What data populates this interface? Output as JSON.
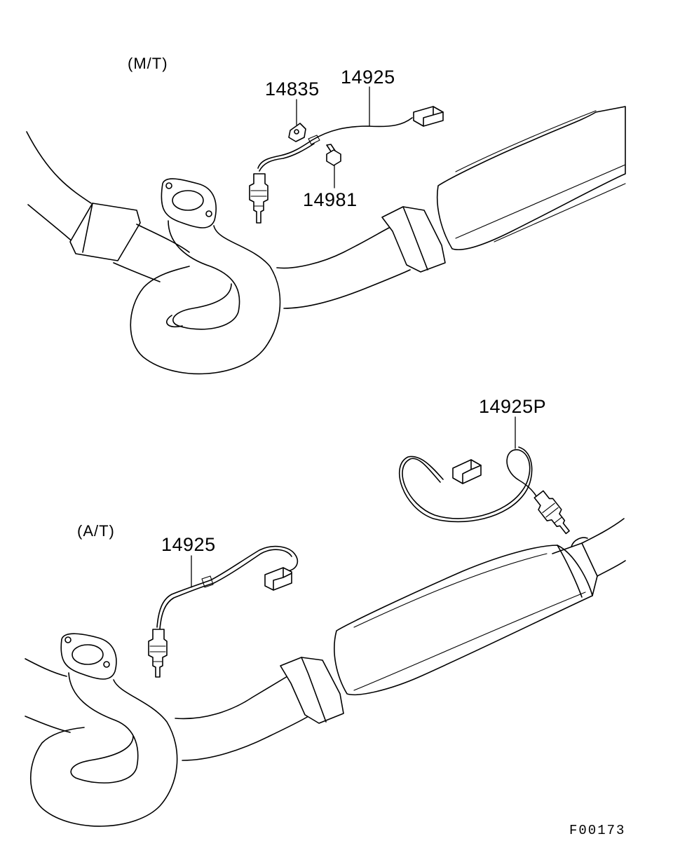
{
  "labels": {
    "mt": "(M/T)",
    "at": "(A/T)",
    "mt_14835": "14835",
    "mt_14925": "14925",
    "mt_14981": "14981",
    "at_14925": "14925",
    "at_14925p": "14925P",
    "figure_code": "F00173"
  }
}
